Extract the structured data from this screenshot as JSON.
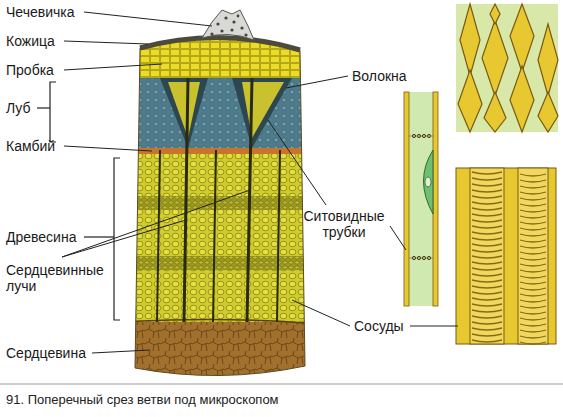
{
  "diagram": {
    "caption": "91. Поперечный срез ветви под микроскопом",
    "labels": [
      "Чечевичка",
      "Кожица",
      "Пробка",
      "Луб",
      "Камбий",
      "Древесина",
      "Сердцевинные лучи",
      "Сердцевина",
      "Волокна",
      "Ситовидные трубки",
      "Сосуды"
    ]
  }
}
